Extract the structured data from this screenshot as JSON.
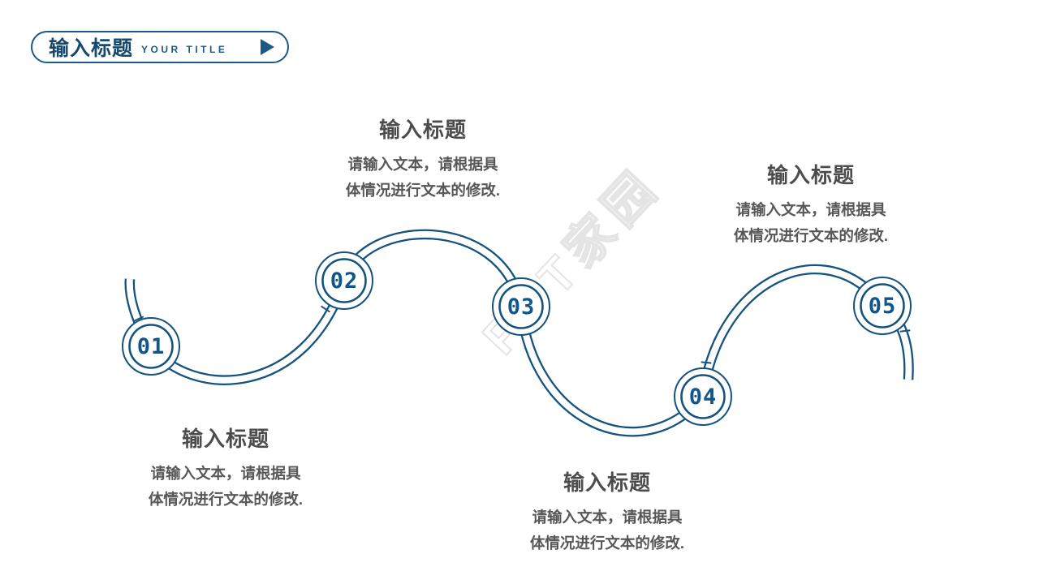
{
  "slide": {
    "background": "#FFFFFF"
  },
  "colors": {
    "navy": "#15537E",
    "badge_border": "#1B5A87",
    "digit_blue": "#0E568C",
    "heading_gray": "#4C4C4C",
    "body_gray": "#575757",
    "watermark_gray": "#DEDEDE"
  },
  "header": {
    "title_cn": "输入标题",
    "title_en": "YOUR TITLE",
    "icon": "play-triangle-icon"
  },
  "watermark": {
    "text": "PPT家园"
  },
  "steps": [
    "01",
    "02",
    "03",
    "04",
    "05"
  ],
  "blocks": [
    {
      "title": "输入标题",
      "line1": "请输入文本，请根据具",
      "line2": "体情况进行文本的修改."
    },
    {
      "title": "输入标题",
      "line1": "请输入文本，请根据具",
      "line2": "体情况进行文本的修改."
    },
    {
      "title": "输入标题",
      "line1": "请输入文本，请根据具",
      "line2": "体情况进行文本的修改."
    },
    {
      "title": "输入标题",
      "line1": "请输入文本，请根据具",
      "line2": "体情况进行文本的修改."
    }
  ]
}
